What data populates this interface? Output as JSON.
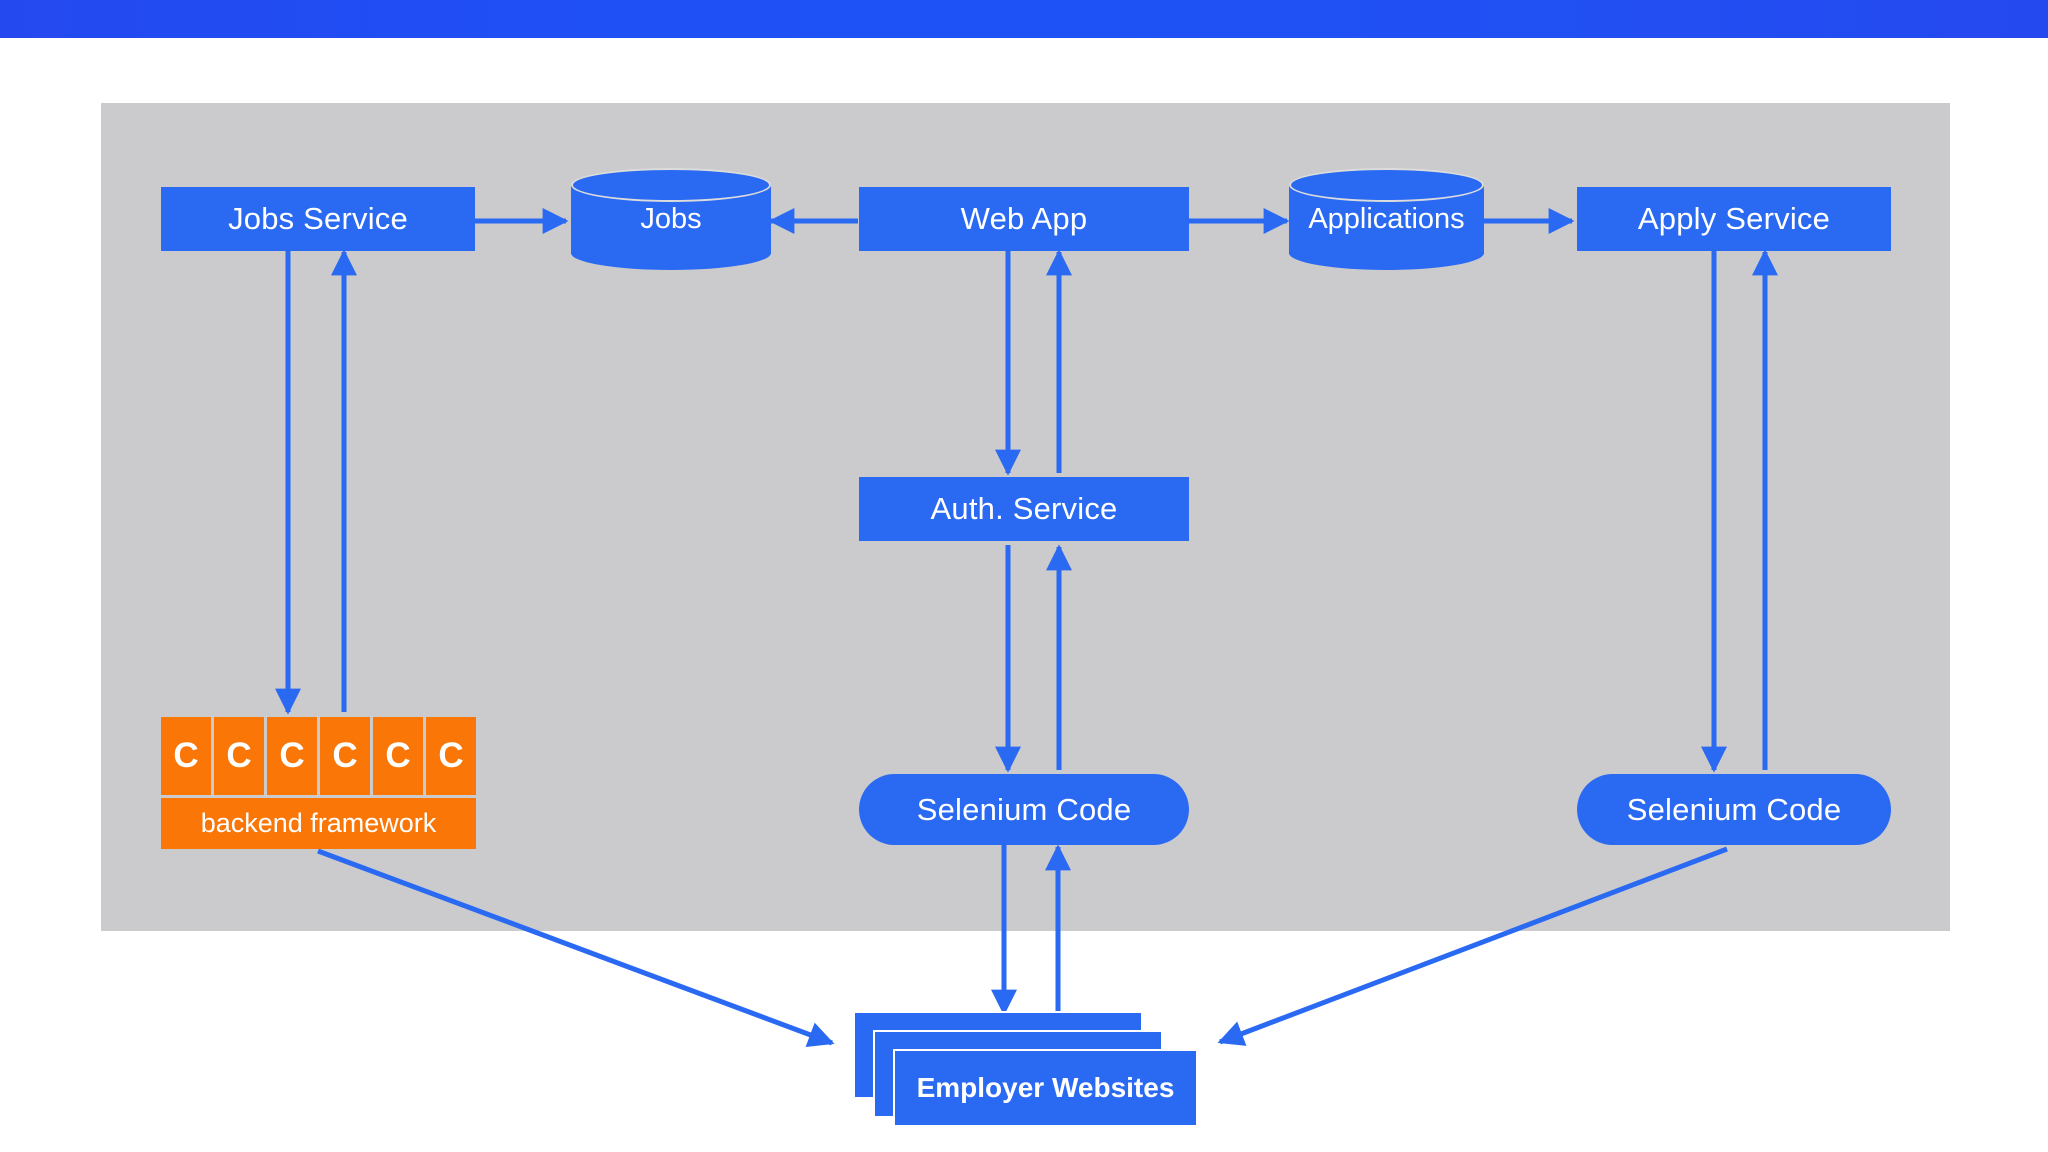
{
  "banner": {
    "name": "top-banner",
    "color": "#2449ef"
  },
  "canvas": {
    "panel_color": "#cbcbcd",
    "background": "#ffffff",
    "accent_blue": "#2a6af2",
    "accent_orange": "#f97607",
    "text_color": "#ffffff"
  },
  "nodes": {
    "jobs_service": {
      "label": "Jobs Service",
      "shape": "rect"
    },
    "jobs_db": {
      "label": "Jobs",
      "shape": "cylinder"
    },
    "web_app": {
      "label": "Web App",
      "shape": "rect"
    },
    "applications_db": {
      "label": "Applications",
      "shape": "cylinder"
    },
    "apply_service": {
      "label": "Apply Service",
      "shape": "rect"
    },
    "auth_service": {
      "label": "Auth. Service",
      "shape": "rect"
    },
    "selenium_code_center": {
      "label": "Selenium Code",
      "shape": "pill"
    },
    "selenium_code_right": {
      "label": "Selenium Code",
      "shape": "pill"
    },
    "employer_websites": {
      "label": "Employer Websites",
      "shape": "stacked-rect"
    }
  },
  "backend_framework": {
    "label": "backend framework",
    "cells": [
      "C",
      "C",
      "C",
      "C",
      "C",
      "C"
    ],
    "color": "#f97607"
  },
  "connections": [
    {
      "from": "jobs_service",
      "to": "jobs_db",
      "direction": "right"
    },
    {
      "from": "web_app",
      "to": "jobs_db",
      "direction": "left"
    },
    {
      "from": "web_app",
      "to": "applications_db",
      "direction": "right"
    },
    {
      "from": "applications_db",
      "to": "apply_service",
      "direction": "right"
    },
    {
      "from": "jobs_service",
      "to": "backend_framework",
      "direction": "down"
    },
    {
      "from": "backend_framework",
      "to": "jobs_service",
      "direction": "up"
    },
    {
      "from": "web_app",
      "to": "auth_service",
      "direction": "down"
    },
    {
      "from": "auth_service",
      "to": "web_app",
      "direction": "up"
    },
    {
      "from": "auth_service",
      "to": "selenium_code_center",
      "direction": "down"
    },
    {
      "from": "selenium_code_center",
      "to": "auth_service",
      "direction": "up"
    },
    {
      "from": "apply_service",
      "to": "selenium_code_right",
      "direction": "down"
    },
    {
      "from": "selenium_code_right",
      "to": "apply_service",
      "direction": "up"
    },
    {
      "from": "selenium_code_center",
      "to": "employer_websites",
      "direction": "down"
    },
    {
      "from": "employer_websites",
      "to": "selenium_code_center",
      "direction": "up"
    },
    {
      "from": "backend_framework",
      "to": "employer_websites",
      "direction": "diagonal-down-right"
    },
    {
      "from": "selenium_code_right",
      "to": "employer_websites",
      "direction": "diagonal-down-left"
    }
  ]
}
